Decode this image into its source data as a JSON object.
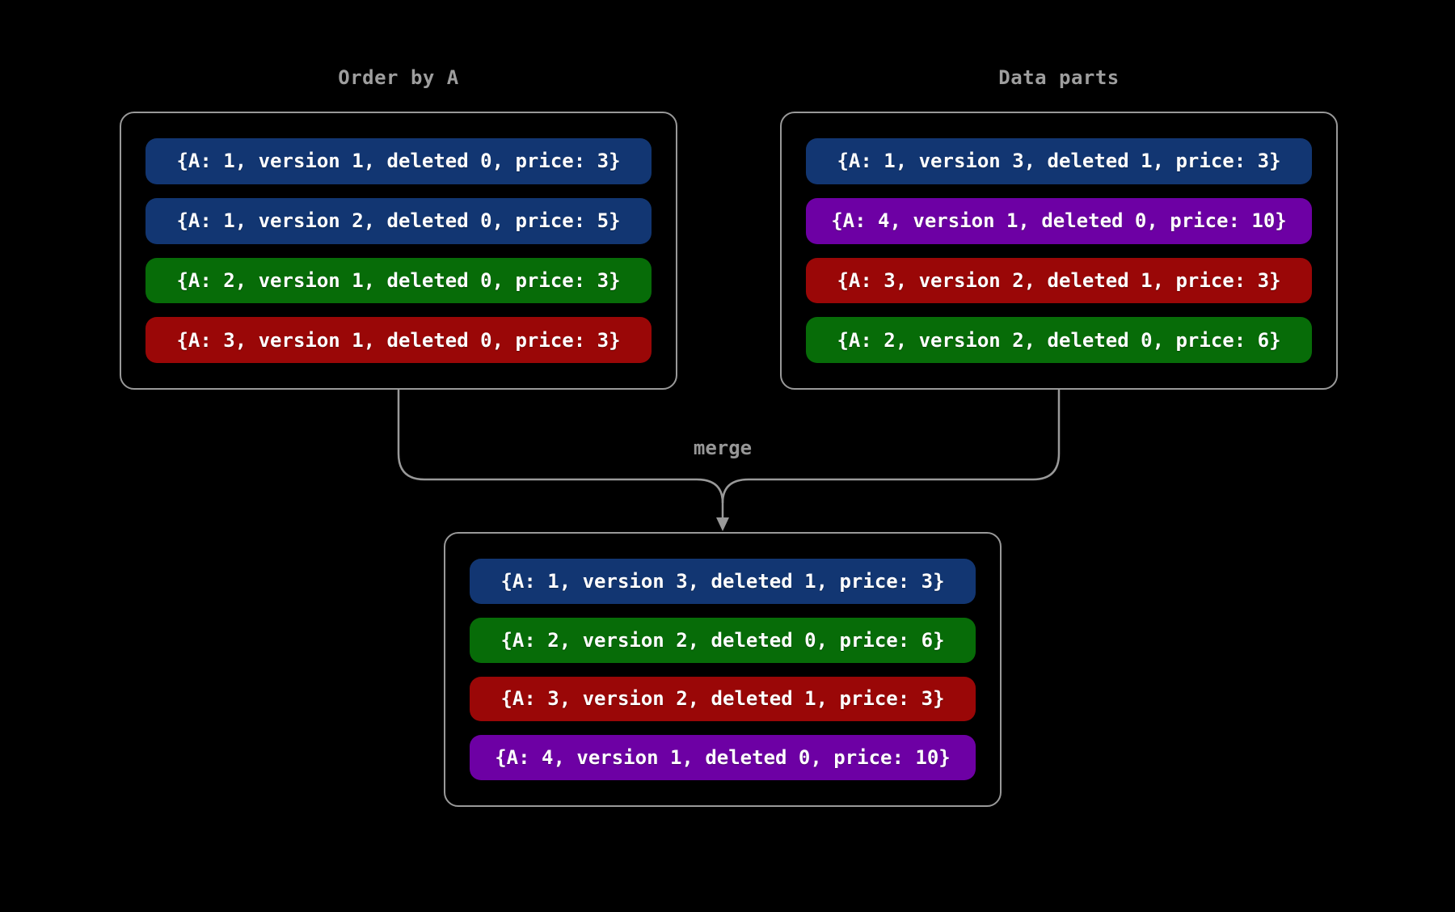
{
  "diagram": {
    "background": "#000000",
    "border_color": "#999999",
    "label_color": "#9e9e9e",
    "row_text_color": "#ffffff"
  },
  "palette": {
    "blue": "#123672",
    "green": "#076c08",
    "red": "#9a0707",
    "purple": "#6d00a4"
  },
  "merge_label": "merge",
  "boxes": {
    "order_by_a": {
      "title": "Order by A",
      "rows": [
        {
          "text": "{A: 1, version 1, deleted 0, price: 3}",
          "color": "#123672"
        },
        {
          "text": "{A: 1, version 2, deleted 0, price: 5}",
          "color": "#123672"
        },
        {
          "text": "{A: 2, version 1, deleted 0, price: 3}",
          "color": "#076c08"
        },
        {
          "text": "{A: 3, version 1, deleted 0, price: 3}",
          "color": "#9a0707"
        }
      ]
    },
    "data_parts": {
      "title": "Data parts",
      "rows": [
        {
          "text": "{A: 1, version 3, deleted 1, price: 3}",
          "color": "#123672"
        },
        {
          "text": "{A: 4, version 1, deleted 0, price: 10}",
          "color": "#6d00a4"
        },
        {
          "text": "{A: 3, version 2, deleted 1, price: 3}",
          "color": "#9a0707"
        },
        {
          "text": "{A: 2, version 2, deleted 0, price: 6}",
          "color": "#076c08"
        }
      ]
    },
    "merged": {
      "rows": [
        {
          "text": "{A: 1, version 3, deleted 1, price: 3}",
          "color": "#123672"
        },
        {
          "text": "{A: 2, version 2, deleted 0, price: 6}",
          "color": "#076c08"
        },
        {
          "text": "{A: 3, version 2, deleted 1, price: 3}",
          "color": "#9a0707"
        },
        {
          "text": "{A: 4, version 1, deleted 0, price: 10}",
          "color": "#6d00a4"
        }
      ]
    }
  }
}
